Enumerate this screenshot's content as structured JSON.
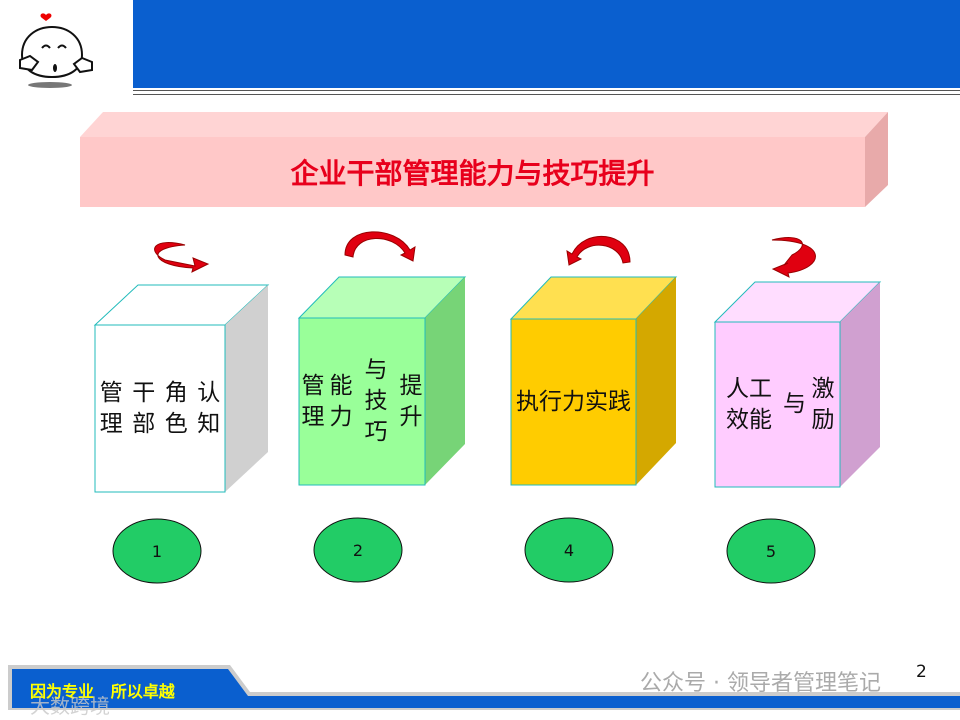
{
  "title": "企业干部管理能力与技巧提升",
  "boxes": [
    {
      "lines": [
        "管理",
        "干部",
        "角色",
        "认知"
      ],
      "number": "1",
      "front": "#ffffff",
      "top": "#ffffff",
      "side": "#d0d0d0"
    },
    {
      "lines": [
        "管理",
        "能力",
        "与技巧",
        "提升"
      ],
      "number": "2",
      "front": "#99ff99",
      "top": "#b7ffb7",
      "side": "#77d477"
    },
    {
      "lines": [
        "执行力",
        "实践"
      ],
      "number": "4",
      "front": "#ffcc00",
      "top": "#ffe050",
      "side": "#d4a800"
    },
    {
      "lines": [
        "人工效能",
        "与",
        "激励"
      ],
      "number": "5",
      "front": "#ffccff",
      "top": "#ffddff",
      "side": "#d0a0d0"
    }
  ],
  "footer": {
    "slogan": "因为专业   所以卓越",
    "watermark": "公众号 · 领导者管理笔记",
    "watermark2": "大数跨境",
    "page": "2"
  },
  "colors": {
    "header": "#0a5fcf",
    "title_text": "#e8001c",
    "arrow": "#e00010",
    "ellipse": "#22cc66"
  }
}
